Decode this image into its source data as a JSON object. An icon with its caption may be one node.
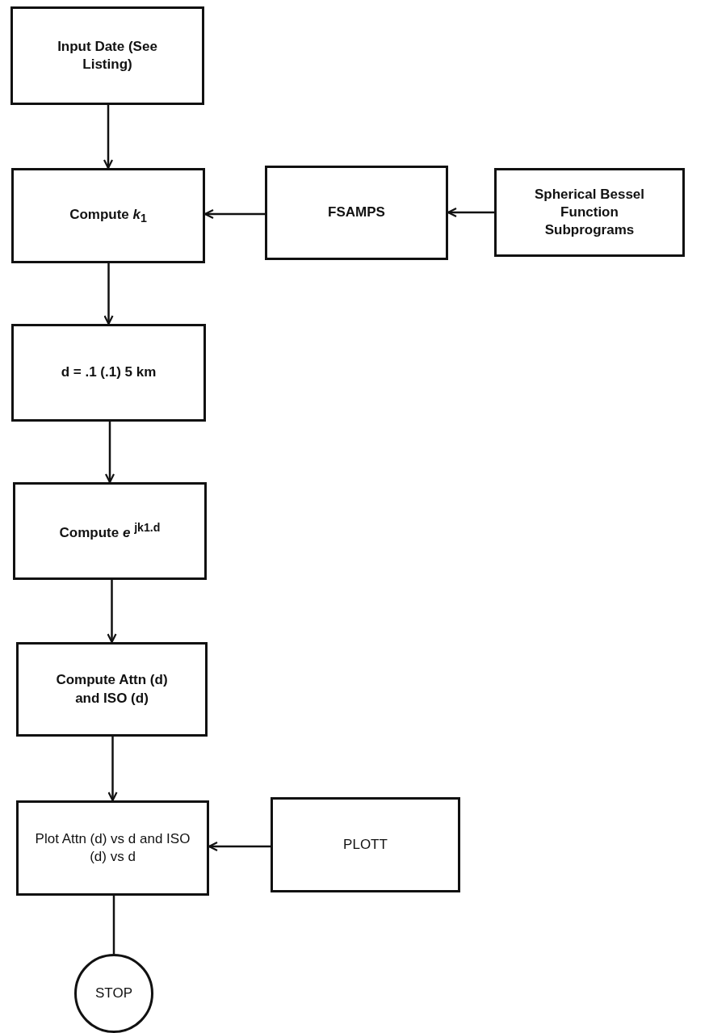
{
  "diagram": {
    "nodes": [
      {
        "text": [
          "Input Date (See Listing)"
        ]
      },
      {
        "text": [
          "Compute *k*$_{1}$"
        ]
      },
      {
        "text": [
          "FSAMPS"
        ]
      },
      {
        "text": [
          "Spherical Bessel Function Subprograms"
        ]
      },
      {
        "text": [
          "d = .1 (.1) 5 km"
        ]
      },
      {
        "text": [
          "Compute *e* $^{jk1.d}$"
        ]
      },
      {
        "text": [
          "Compute Attn (d) and ISO (d)"
        ]
      },
      {
        "text": [
          "Plot Attn (d) vs d and ISO (d) vs d"
        ]
      },
      {
        "text": [
          "PLOTT"
        ]
      },
      {
        "text": [
          "STOP"
        ]
      }
    ],
    "edges": [
      {
        "from": 0,
        "to": 1,
        "arrow": "to"
      },
      {
        "from": 2,
        "to": 1,
        "arrow": "to"
      },
      {
        "from": 3,
        "to": 2,
        "arrow": "to"
      },
      {
        "from": 1,
        "to": 4,
        "arrow": "to"
      },
      {
        "from": 4,
        "to": 5,
        "arrow": "to"
      },
      {
        "from": 5,
        "to": 6,
        "arrow": "to"
      },
      {
        "from": 6,
        "to": 7,
        "arrow": "to"
      },
      {
        "from": 8,
        "to": 7,
        "arrow": "to"
      },
      {
        "from": 7,
        "to": 9,
        "arrow": "none"
      }
    ]
  }
}
